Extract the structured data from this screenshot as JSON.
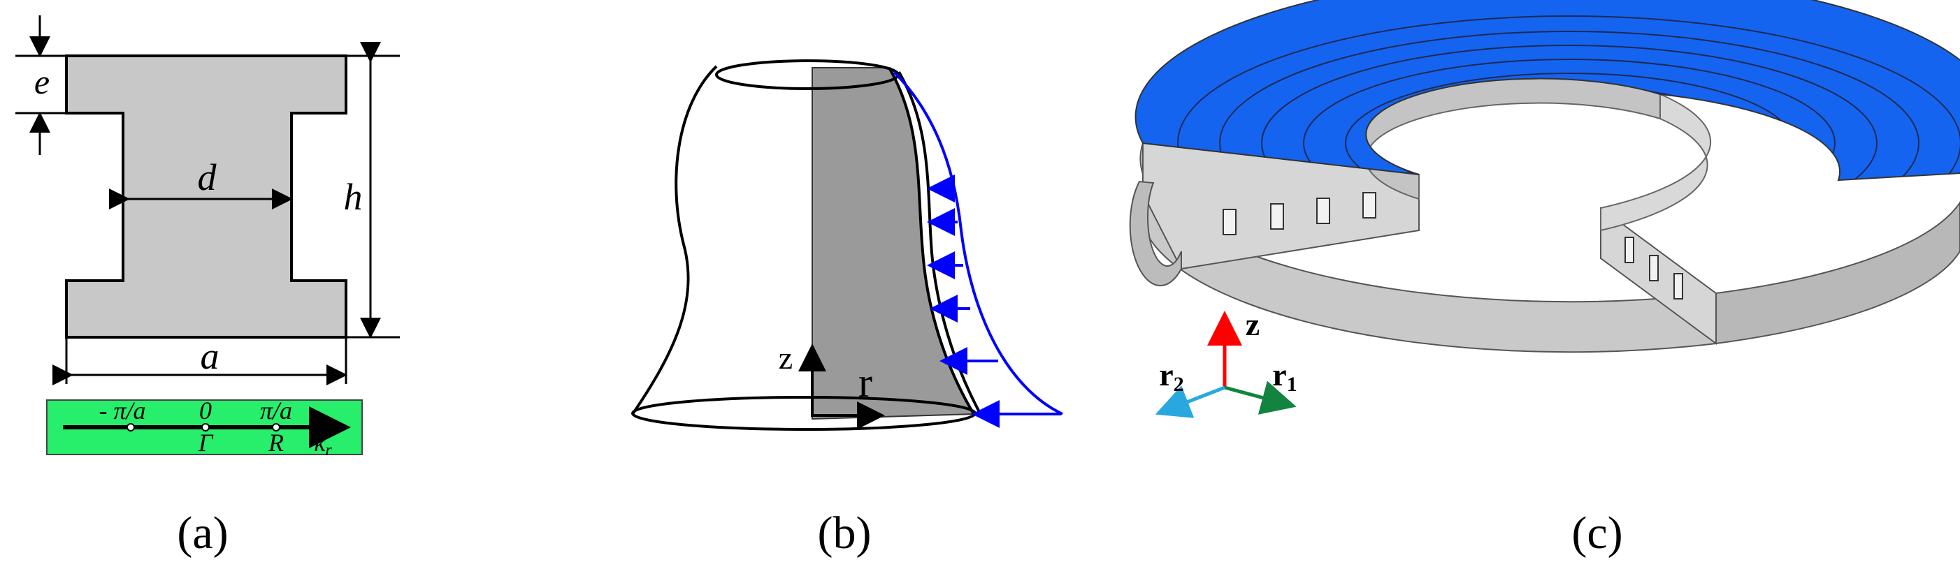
{
  "panel_a": {
    "caption": "(a)",
    "dim_e": "e",
    "dim_d": "d",
    "dim_h": "h",
    "dim_a": "a",
    "kline": {
      "minus_pi_a": "- π/a",
      "zero": "0",
      "pi_a": "π/a",
      "gamma": "Γ",
      "R": "R",
      "k_main": "k",
      "k_sub": "r",
      "bg_color": "#27ee6b"
    }
  },
  "panel_b": {
    "caption": "(b)",
    "axis_z": "z",
    "axis_r": "r",
    "section_color": "#9a9a9a",
    "load_color": "#0000ff"
  },
  "panel_c": {
    "caption": "(c)",
    "axis_z": "z",
    "axis_r1_main": "r",
    "axis_r1_sub": "1",
    "axis_r2_main": "r",
    "axis_r2_sub": "2",
    "top_color": "#1464f0",
    "z_color": "#ff0000",
    "r1_color": "#13843f",
    "r2_color": "#29a8e0"
  }
}
